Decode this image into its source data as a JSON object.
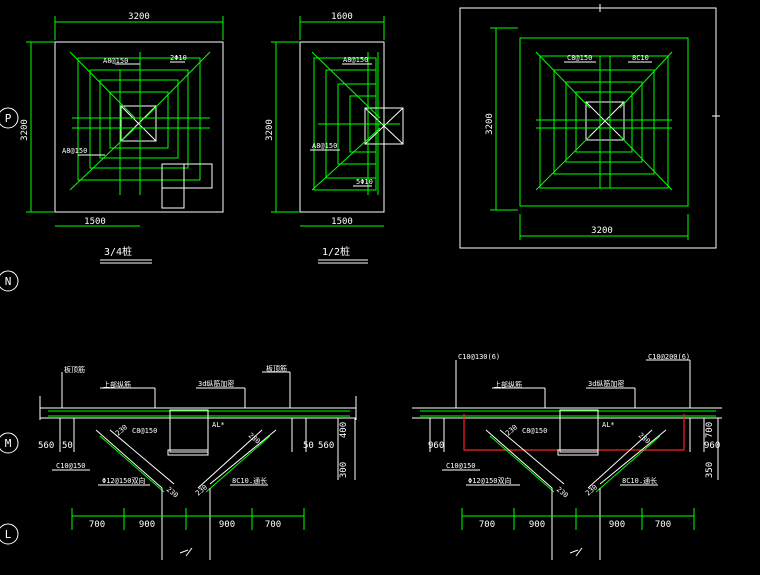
{
  "axes": {
    "p": "P",
    "n": "N",
    "m": "M",
    "l": "L"
  },
  "plan_a": {
    "top_dim": "3200",
    "side_dim": "3200",
    "bottom_dim": "1500",
    "rebar_1": "A8@150",
    "rebar_2": "2Φ10",
    "rebar_3": "A8@150",
    "caption": "3/4桩"
  },
  "plan_b": {
    "top_dim": "1600",
    "side_dim": "3200",
    "bottom_dim": "1500",
    "rebar_1": "A8@150",
    "rebar_2": "A8@150",
    "rebar_3": "5Φ10",
    "caption": "1/2桩"
  },
  "plan_c": {
    "side_dim": "3200",
    "bottom_dim": "3200",
    "rebar_1": "C8@150",
    "rebar_2": "8C10"
  },
  "section_a": {
    "lbl_top_left": "板顶筋",
    "lbl_rebar_left": "上部纵筋",
    "lbl_3d": "3d纵筋加密",
    "lbl_top_right": "板顶筋",
    "lbl_c8": "C8@150",
    "lbl_al": "AL*",
    "lbl_c10": "C10@150",
    "lbl_col": "Φ12@150双向",
    "lbl_8c10": "8C10.通长",
    "d_560": "560",
    "d_50l": "50",
    "d_50r": "50",
    "d_560r": "560",
    "d_400": "400",
    "d_300": "300",
    "d_230a": "230",
    "d_230b": "230",
    "d_230c": "230",
    "d_230d": "230",
    "bot_dims": [
      "700",
      "900",
      "900",
      "700"
    ]
  },
  "section_b": {
    "lbl_c10b": "C10@130(6)",
    "lbl_rebar_left": "上部纵筋",
    "lbl_3d": "3d纵筋加密",
    "lbl_c10r": "C10@200(6)",
    "lbl_c8": "C8@150",
    "lbl_al": "AL*",
    "lbl_c10": "C10@150",
    "lbl_col": "Φ12@150双向",
    "lbl_8c10": "8C10.通长",
    "d_960": "960",
    "d_960r": "960",
    "d_700": "700",
    "d_350": "350",
    "d_230a": "230",
    "d_230b": "230",
    "d_230c": "230",
    "d_230d": "230",
    "bot_dims": [
      "700",
      "900",
      "900",
      "700"
    ]
  }
}
